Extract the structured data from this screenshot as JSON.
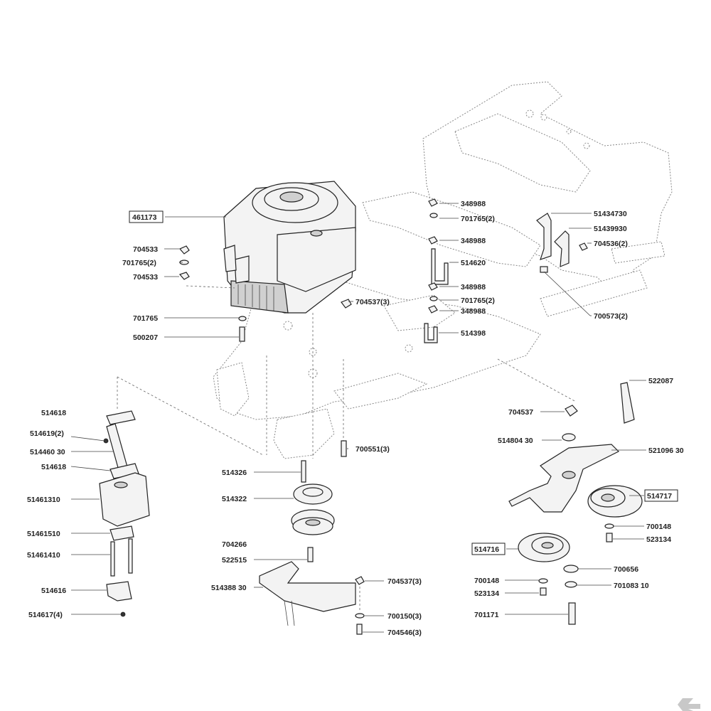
{
  "labels": {
    "p461173": "461173",
    "p704533a": "704533",
    "p701765_2a": "701765(2)",
    "p704533b": "704533",
    "p701765": "701765",
    "p500207": "500207",
    "p704537_3a": "704537(3)",
    "p348988a": "348988",
    "p701765_2b": "701765(2)",
    "p348988b": "348988",
    "p514620": "514620",
    "p348988c": "348988",
    "p701765_2c": "701765(2)",
    "p348988d": "348988",
    "p514398": "514398",
    "p51434730": "51434730",
    "p51439930": "51439930",
    "p704536_2": "704536(2)",
    "p700573_2": "700573(2)",
    "p522087": "522087",
    "p704537": "704537",
    "p514804_30": "514804 30",
    "p521096_30": "521096 30",
    "p514717": "514717",
    "p700148a": "700148",
    "p523134a": "523134",
    "p514716": "514716",
    "p700656": "700656",
    "p700148b": "700148",
    "p701083_10": "701083 10",
    "p523134b": "523134",
    "p701171": "701171",
    "p514618a": "514618",
    "p514619_2": "514619(2)",
    "p514460_30": "514460 30",
    "p514618b": "514618",
    "p51461310": "51461310",
    "p51461510": "51461510",
    "p51461410": "51461410",
    "p514616": "514616",
    "p514617_4": "514617(4)",
    "p700551_3": "700551(3)",
    "p514326": "514326",
    "p514322": "514322",
    "p704266": "704266",
    "p522515": "522515",
    "p514388_30": "514388 30",
    "p704537_3b": "704537(3)",
    "p700150_3": "700150(3)",
    "p704546_3": "704546(3)"
  }
}
